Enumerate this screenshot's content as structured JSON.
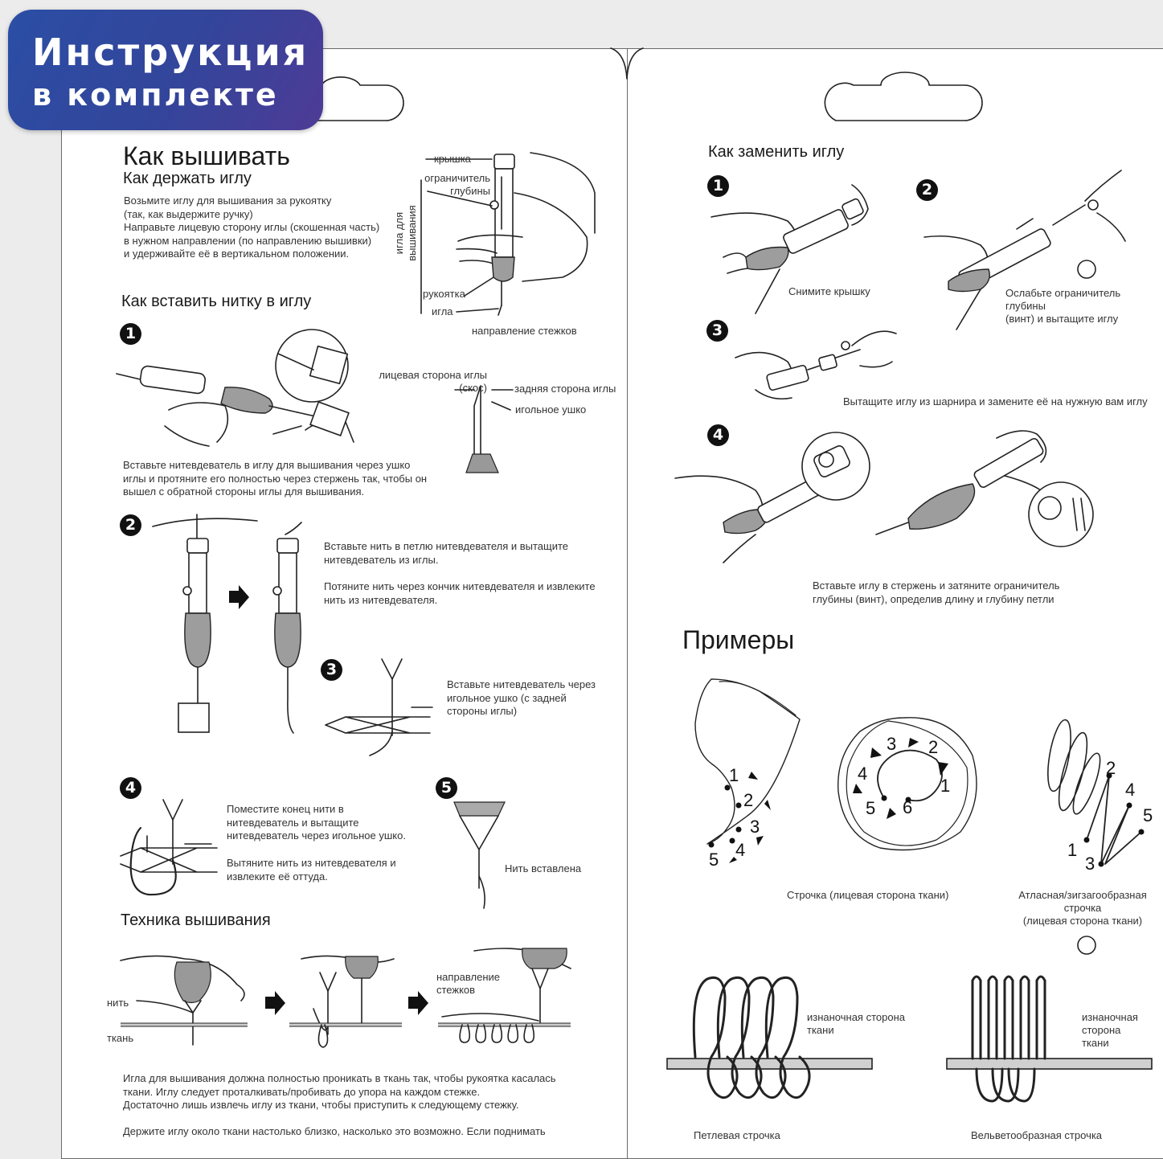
{
  "badge": {
    "line1": "Инструкция",
    "line2": "в комплекте"
  },
  "left": {
    "title": "Как вышивать",
    "hold": {
      "heading": "Как держать иглу",
      "text": "Возьмите иглу для вышивания за рукоятку\n(так, как выдержите ручку)\nНаправьте лицевую сторону иглы (скошенная часть)\nв нужном направлении (по направлению вышивки)\nи удерживайте её в вертикальном положении.",
      "labels": {
        "cap": "крышка",
        "limiter": "ограничитель\nглубины",
        "needle_for": "игла для\nвышивания",
        "handle": "рукоятка",
        "needle": "игла",
        "direction": "направление стежков"
      }
    },
    "thread": {
      "heading": "Как вставить нитку в иглу",
      "step1": {
        "num": "1",
        "front": "лицевая сторона иглы\n(скос)",
        "back": "задняя сторона иглы",
        "eye": "игольное ушко",
        "text": "Вставьте нитевдеватель в иглу для вышивания через ушко\nиглы и протяните его полностью через стержень так, чтобы он\nвышел с обратной стороны иглы для вышивания."
      },
      "step2": {
        "num": "2",
        "text1": "Вставьте нить в петлю нитевдевателя и вытащите\nнитевдеватель из иглы.",
        "text2": "Потяните нить через кончик нитевдевателя и извлеките\nнить из нитевдевателя."
      },
      "step3": {
        "num": "3",
        "text": "Вставьте нитевдеватель через\nигольное ушко (с задней\nстороны иглы)"
      },
      "step4": {
        "num": "4",
        "text1": "Поместите конец нити в\nнитевдеватель и вытащите\nнитевдеватель через игольное ушко.",
        "text2": "Вытяните нить из нитевдевателя и\nизвлеките её оттуда."
      },
      "step5": {
        "num": "5",
        "text": "Нить вставлена"
      }
    },
    "technique": {
      "heading": "Техника вышивания",
      "thread_label": "нить",
      "fabric_label": "ткань",
      "direction_label": "направление\nстежков",
      "text1": "Игла для вышивания должна полностью проникать в ткань так, чтобы рукоятка касалась\nткани. Иглу следует проталкивать/пробивать до упора на каждом стежке.\nДостаточно лишь извлечь иглу из ткани, чтобы приступить к следующему стежку.",
      "text2": "Держите иглу около ткани настолько близко, насколько это возможно. Если поднимать"
    }
  },
  "right": {
    "replace": {
      "heading": "Как заменить иглу",
      "step1": {
        "num": "1",
        "caption": "Снимите крышку"
      },
      "step2": {
        "num": "2",
        "caption": "Ослабьте ограничитель глубины\n(винт) и вытащите иглу"
      },
      "step3": {
        "num": "3",
        "caption": "Вытащите иглу из шарнира и замените её на нужную вам иглу"
      },
      "step4": {
        "num": "4",
        "caption": "Вставьте иглу в стержень и затяните ограничитель\nглубины (винт), определив длину и глубину петли"
      }
    },
    "examples": {
      "heading": "Примеры",
      "line_caption": "Строчка (лицевая сторона ткани)",
      "satin_caption": "Атласная/зигзагообразная строчка\n(лицевая сторона ткани)",
      "back_side_1": "изнаночная сторона\nткани",
      "back_side_2": "изнаночная сторона\nткани",
      "loop_caption": "Петлевая строчка",
      "velvet_caption": "Вельветообразная строчка",
      "line_nums": [
        "1",
        "2",
        "3",
        "4",
        "5"
      ],
      "spiral_nums": [
        "1",
        "2",
        "3",
        "4",
        "5",
        "6"
      ],
      "zigzag_nums": [
        "1",
        "2",
        "3",
        "4",
        "5"
      ]
    }
  }
}
